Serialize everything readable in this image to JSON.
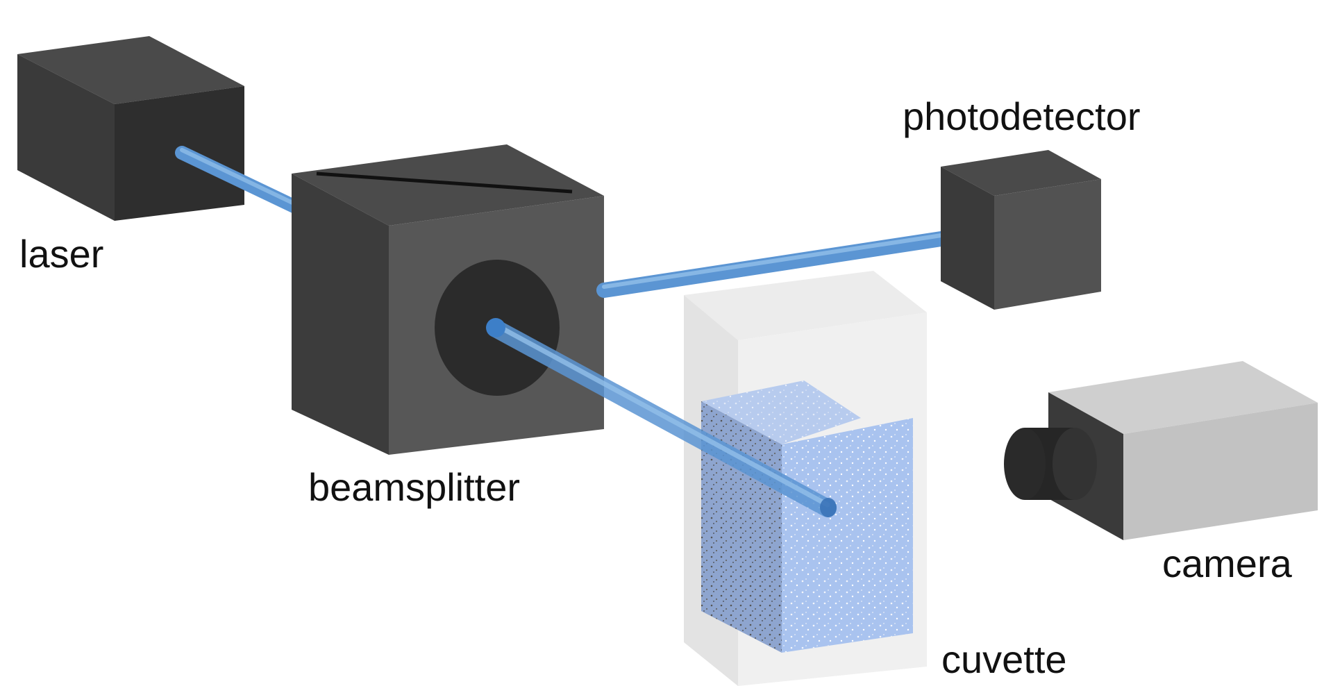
{
  "labels": {
    "laser": "laser",
    "beamsplitter": "beamsplitter",
    "photodetector": "photodetector",
    "camera": "camera",
    "cuvette": "cuvette"
  },
  "colors": {
    "device_front": "#2f2f2f",
    "device_side": "#3a3a3a",
    "device_top": "#4b4b4b",
    "beam": "#5b95d3",
    "beam_core": "#2f6fb5",
    "cuvette_glass": "#ededed",
    "cuvette_liquid": "#9eb8e6",
    "camera_body": "#c4c4c4",
    "camera_dark": "#3a3a3a",
    "lens": "#222222"
  }
}
